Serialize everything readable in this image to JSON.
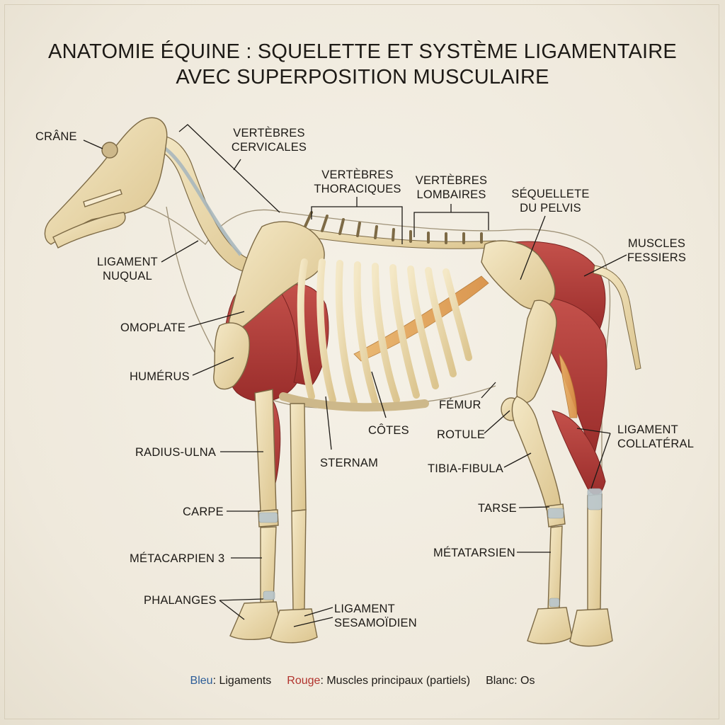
{
  "title": {
    "line1": "ANATOMIE ÉQUINE : SQUELETTE ET SYSTÈME LIGAMENTAIRE",
    "line2": "AVEC SUPERPOSITION MUSCULAIRE"
  },
  "labels": {
    "crane": "CRÂNE",
    "vert_cerv_1": "VERTÈBRES",
    "vert_cerv_2": "CERVICALES",
    "vert_thor_1": "VERTÈBRES",
    "vert_thor_2": "THORACIQUES",
    "vert_lomb_1": "VERTÈBRES",
    "vert_lomb_2": "LOMBAIRES",
    "pelvis_1": "SÉQUELLETE",
    "pelvis_2": "DU PELVIS",
    "fessiers_1": "MUSCLES",
    "fessiers_2": "FESSIERS",
    "nuqual_1": "LIGAMENT",
    "nuqual_2": "NUQUAL",
    "omoplate": "OMOPLATE",
    "humerus": "HUMÉRUS",
    "radius": "RADIUS-ULNA",
    "carpe": "CARPE",
    "metacarpien": "MÉTACARPIEN 3",
    "phalanges": "PHALANGES",
    "sesamoidien_1": "LIGAMENT",
    "sesamoidien_2": "SESAMOÏDIEN",
    "sternam": "STERNAM",
    "cotes": "CÔTES",
    "femur": "FÉMUR",
    "rotule": "ROTULE",
    "tibia": "TIBIA-FIBULA",
    "tarse": "TARSE",
    "metatarsien": "MÉTATARSIEN",
    "collateral_1": "LIGAMENT",
    "collateral_2": "COLLATÉRAL"
  },
  "legend": {
    "blue_key": "Bleu",
    "blue_text": ": Ligaments",
    "red_key": "Rouge",
    "red_text": ": Muscles principaux (partiels)",
    "white_text": "Blanc: Os"
  },
  "colors": {
    "paper": "#efe9dc",
    "bone": "#ead9ae",
    "bone_outline": "#7d6a45",
    "muscle": "#b33a36",
    "tendon": "#e3a85a",
    "ligament": "#b9c6cc",
    "blue_key": "#2c5d98",
    "red_key": "#b1332d"
  }
}
